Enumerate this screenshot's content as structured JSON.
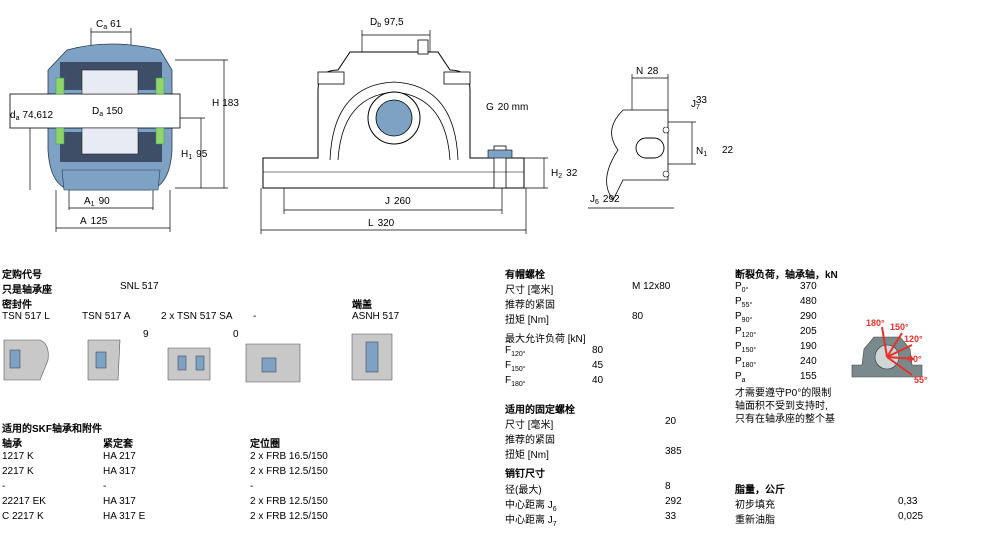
{
  "drawing": {
    "ca_label": "C",
    "ca_sub": "a",
    "ca_val": "61",
    "db_label": "D",
    "db_sub": "b",
    "db_val": "97,5",
    "da_small_label": "d",
    "da_small_sub": "a",
    "da_small_val": "74,612",
    "Da_label": "D",
    "Da_sub": "a",
    "Da_val": "150",
    "H_label": "H",
    "H_val": "183",
    "H1_label": "H",
    "H1_sub": "1",
    "H1_val": "95",
    "A1_label": "A",
    "A1_sub": "1",
    "A1_val": "90",
    "A_label": "A",
    "A_val": "125",
    "G_label": "G",
    "G_val": "20 mm",
    "H2_label": "H",
    "H2_sub": "2",
    "H2_val": "32",
    "J_label": "J",
    "J_val": "260",
    "L_label": "L",
    "L_val": "320",
    "N_label": "N",
    "N_val": "28",
    "J7_label": "J",
    "J7_sub": "7",
    "J7_val": "33",
    "N1_label": "N",
    "N1_sub": "1",
    "N1_val": "22",
    "J6_label": "J",
    "J6_sub": "6",
    "J6_val": "292"
  },
  "order": {
    "title": "定购代号",
    "housing_label": "只是轴承座",
    "housing_value": "SNL 517",
    "seals_title": "密封件",
    "seals": [
      "TSN 517 L",
      "TSN 517 A",
      "2 x TSN 517 SA",
      "-"
    ],
    "seal_counts": [
      "9",
      "0"
    ],
    "endcover_title": "端盖",
    "endcover_value": "ASNH 517"
  },
  "skf": {
    "title": "适用的SKF轴承和附件",
    "headers": [
      "轴承",
      "紧定套",
      "定位圈"
    ],
    "rows": [
      [
        "1217 K",
        "HA 217",
        "2 x FRB 16.5/150"
      ],
      [
        "2217 K",
        "HA 317",
        "2 x FRB 12.5/150"
      ],
      [
        "-",
        "-",
        "-"
      ],
      [
        "22217 EK",
        "HA 317",
        "2 x FRB 12.5/150"
      ],
      [
        "C 2217 K",
        "HA 317 E",
        "2 x FRB 12.5/150"
      ]
    ]
  },
  "cap_bolts": {
    "title": "有帽螺栓",
    "size_label": "尺寸 [毫米]",
    "size_value": "M 12x80",
    "recommended_label": "推荐的紧固",
    "torque_label": "扭矩 [Nm]",
    "torque_value": "80",
    "max_load_label": "最大允许负荷 [kN]",
    "loads": [
      {
        "label": "F",
        "sub": "120°",
        "value": "80"
      },
      {
        "label": "F",
        "sub": "150°",
        "value": "45"
      },
      {
        "label": "F",
        "sub": "180°",
        "value": "40"
      }
    ]
  },
  "fix_bolts": {
    "title": "适用的固定螺栓",
    "size_label": "尺寸 [毫米]",
    "size_value": "20",
    "recommended_label": "推荐的紧固",
    "torque_label": "扭矩 [Nm]",
    "torque_value": "385"
  },
  "dowel": {
    "title": "销钉尺寸",
    "diameter_label": "径(最大)",
    "diameter_value": "8",
    "j6_label": "中心距离 J",
    "j6_sub": "6",
    "j6_value": "292",
    "j7_label": "中心距离 J",
    "j7_sub": "7",
    "j7_value": "33"
  },
  "breaking": {
    "title": "断裂负荷，轴承轴，kN",
    "rows": [
      {
        "label": "P",
        "sub": "0°",
        "value": "370"
      },
      {
        "label": "P",
        "sub": "55°",
        "value": "480"
      },
      {
        "label": "P",
        "sub": "90°",
        "value": "290"
      },
      {
        "label": "P",
        "sub": "120°",
        "value": "205"
      },
      {
        "label": "P",
        "sub": "150°",
        "value": "190"
      },
      {
        "label": "P",
        "sub": "180°",
        "value": "240"
      },
      {
        "label": "P",
        "sub": "a",
        "value": "155"
      }
    ],
    "note": [
      "才需要遵守P0°的限制",
      "轴面积不受到支持时,",
      "只有在轴承座的整个基"
    ],
    "angles": [
      "180°",
      "150°",
      "120°",
      "90°",
      "55°"
    ]
  },
  "grease": {
    "title": "脂量，公斤",
    "initial_label": "初步填充",
    "initial_value": "0,33",
    "refill_label": "重新油脂",
    "refill_value": "0,025"
  },
  "colors": {
    "housing_blue": "#7da2c4",
    "seal_green": "#93d36a",
    "arrow_red": "#e8302a",
    "gray_fill": "#c8c8c8"
  }
}
